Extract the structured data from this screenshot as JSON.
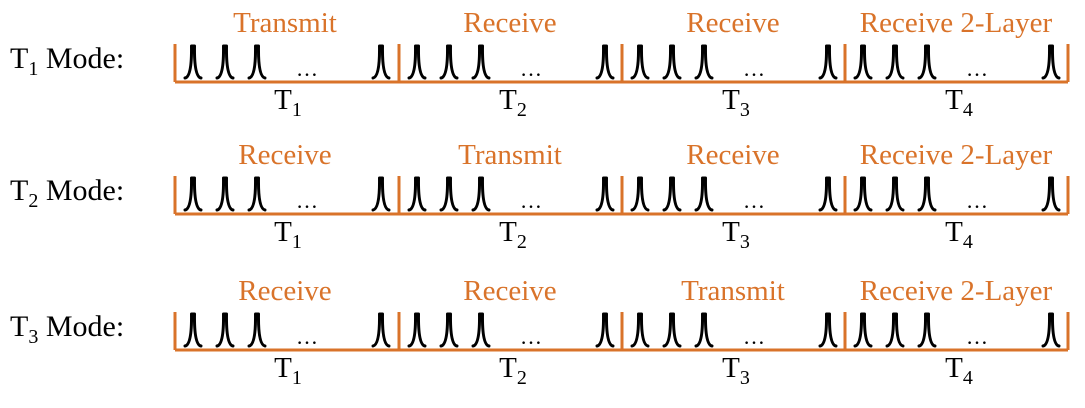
{
  "colors": {
    "orange": "#d9732a",
    "black": "#000000"
  },
  "modes": [
    {
      "label_main": "T",
      "label_sub": "1",
      "label_rest": " Mode:",
      "slots": [
        {
          "phase": "Transmit",
          "slot_main": "T",
          "slot_sub": "1"
        },
        {
          "phase": "Receive",
          "slot_main": "T",
          "slot_sub": "2"
        },
        {
          "phase": "Receive",
          "slot_main": "T",
          "slot_sub": "3"
        },
        {
          "phase": "Receive 2-Layer",
          "slot_main": "T",
          "slot_sub": "4"
        }
      ]
    },
    {
      "label_main": "T",
      "label_sub": "2",
      "label_rest": " Mode:",
      "slots": [
        {
          "phase": "Receive",
          "slot_main": "T",
          "slot_sub": "1"
        },
        {
          "phase": "Transmit",
          "slot_main": "T",
          "slot_sub": "2"
        },
        {
          "phase": "Receive",
          "slot_main": "T",
          "slot_sub": "3"
        },
        {
          "phase": "Receive 2-Layer",
          "slot_main": "T",
          "slot_sub": "4"
        }
      ]
    },
    {
      "label_main": "T",
      "label_sub": "3",
      "label_rest": " Mode:",
      "slots": [
        {
          "phase": "Receive",
          "slot_main": "T",
          "slot_sub": "1"
        },
        {
          "phase": "Receive",
          "slot_main": "T",
          "slot_sub": "2"
        },
        {
          "phase": "Transmit",
          "slot_main": "T",
          "slot_sub": "3"
        },
        {
          "phase": "Receive 2-Layer",
          "slot_main": "T",
          "slot_sub": "4"
        }
      ]
    }
  ],
  "ellipsis": "…"
}
